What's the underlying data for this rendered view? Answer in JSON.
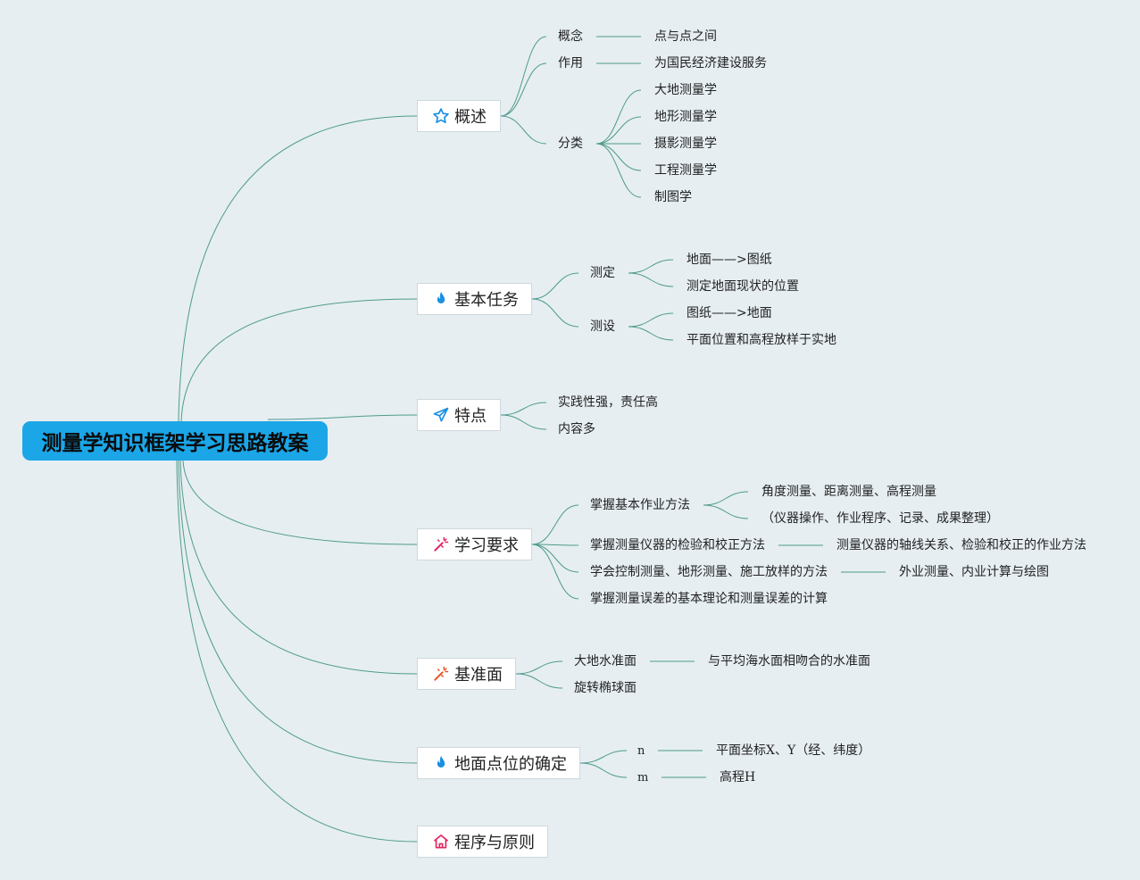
{
  "root": {
    "title": "测量学知识框架学习思路教案"
  },
  "branches": [
    {
      "label": "概述",
      "icon": "star-icon",
      "children": [
        {
          "label": "概念",
          "children": [
            {
              "label": "点与点之间"
            }
          ]
        },
        {
          "label": "作用",
          "children": [
            {
              "label": "为国民经济建设服务"
            }
          ]
        },
        {
          "label": "分类",
          "children": [
            {
              "label": "大地测量学"
            },
            {
              "label": "地形测量学"
            },
            {
              "label": "摄影测量学"
            },
            {
              "label": "工程测量学"
            },
            {
              "label": "制图学"
            }
          ]
        }
      ]
    },
    {
      "label": "基本任务",
      "icon": "flame-icon",
      "children": [
        {
          "label": "测定",
          "children": [
            {
              "label": "地面——>图纸"
            },
            {
              "label": "测定地面现状的位置"
            }
          ]
        },
        {
          "label": "测设",
          "children": [
            {
              "label": "图纸——>地面"
            },
            {
              "label": "平面位置和高程放样于实地"
            }
          ]
        }
      ]
    },
    {
      "label": "特点",
      "icon": "paper-plane-icon",
      "children": [
        {
          "label": "实践性强，责任高"
        },
        {
          "label": "内容多"
        }
      ]
    },
    {
      "label": "学习要求",
      "icon": "magic-wand-icon",
      "children": [
        {
          "label": "掌握基本作业方法",
          "children": [
            {
              "label": "角度测量、距离测量、高程测量"
            },
            {
              "label": "（仪器操作、作业程序、记录、成果整理）"
            }
          ]
        },
        {
          "label": "掌握测量仪器的检验和校正方法",
          "children": [
            {
              "label": "测量仪器的轴线关系、检验和校正的作业方法"
            }
          ]
        },
        {
          "label": "学会控制测量、地形测量、施工放样的方法",
          "children": [
            {
              "label": "外业测量、内业计算与绘图"
            }
          ]
        },
        {
          "label": "掌握测量误差的基本理论和测量误差的计算"
        }
      ]
    },
    {
      "label": "基准面",
      "icon": "magic-wand-icon",
      "children": [
        {
          "label": "大地水准面",
          "children": [
            {
              "label": "与平均海水面相吻合的水准面"
            }
          ]
        },
        {
          "label": "旋转椭球面"
        }
      ]
    },
    {
      "label": "地面点位的确定",
      "icon": "flame-icon",
      "children": [
        {
          "label": "n",
          "children": [
            {
              "label": "平面坐标X、Y（经、纬度）"
            }
          ]
        },
        {
          "label": "m",
          "children": [
            {
              "label": "高程H"
            }
          ]
        }
      ]
    },
    {
      "label": "程序与原则",
      "icon": "home-icon",
      "children": []
    }
  ],
  "colors": {
    "background": "#e6eef2",
    "root": "#1ba6e8",
    "line": "#4f9b8a",
    "star": "#1a8fe3",
    "flame": "#1a8fe3",
    "plane": "#1a8fe3",
    "wand_magenta": "#e0245e",
    "wand_orange": "#e8552a",
    "home": "#e0245e"
  }
}
